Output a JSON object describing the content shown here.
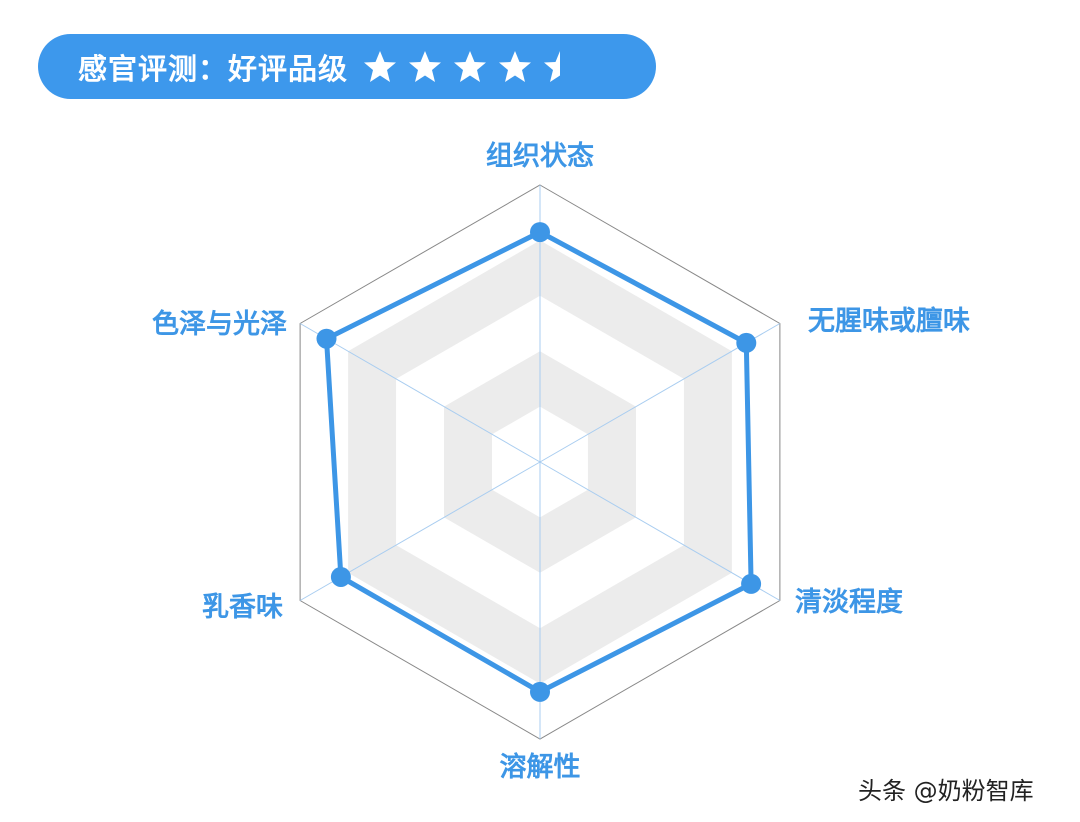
{
  "header": {
    "title": "感官评测：好评品级",
    "rating": 4.5,
    "rating_max": 5,
    "background_color": "#3d98ec"
  },
  "chart_data": {
    "type": "radar",
    "categories": [
      "组织状态",
      "无腥味或膻味",
      "清淡程度",
      "溶解性",
      "乳香味",
      "色泽与光泽"
    ],
    "values": [
      0.83,
      0.86,
      0.88,
      0.83,
      0.83,
      0.89
    ],
    "range": [
      0,
      1
    ],
    "levels": 5,
    "series_color": "#3d96e6",
    "band_color": "#ececec",
    "spoke_color": "#a9cdf0",
    "outline_color": "#888888"
  },
  "watermark": "头条 @奶粉智库"
}
